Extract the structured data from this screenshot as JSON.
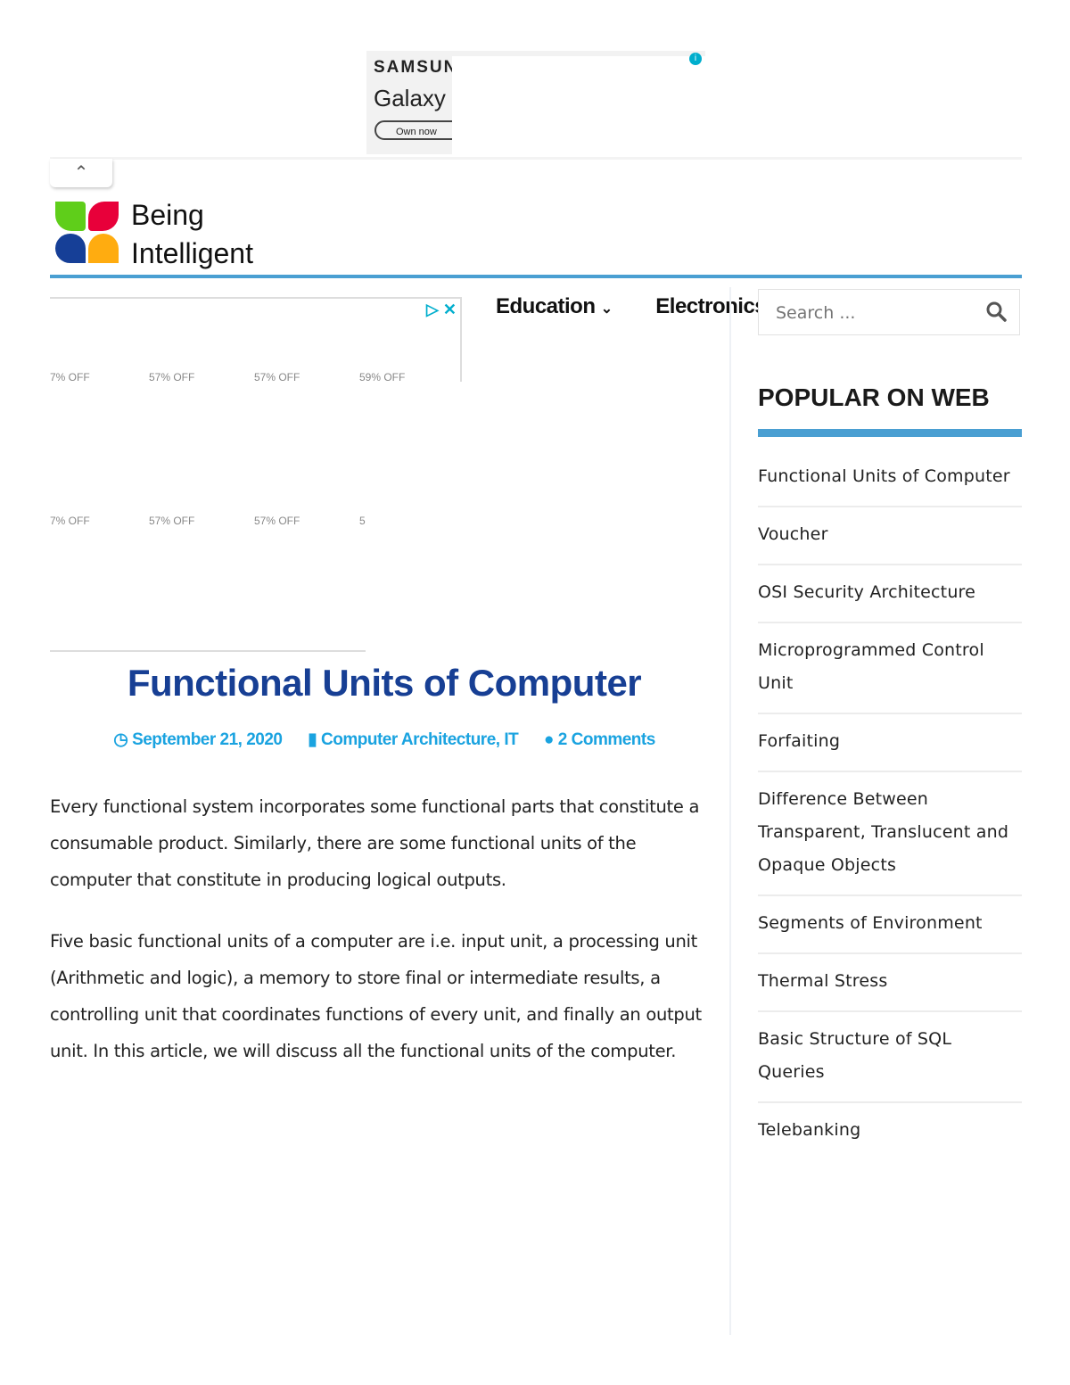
{
  "ad_top": {
    "brand": "SAMSUNG",
    "product": "Galaxy",
    "button": "Own now",
    "adchoices_icon": "adchoices-icon"
  },
  "ad_mid": {
    "discounts_row1": [
      "7% OFF",
      "57% OFF",
      "57% OFF",
      "59% OFF"
    ],
    "discounts_row2": [
      "7% OFF",
      "57% OFF",
      "57% OFF",
      "5"
    ],
    "icons": [
      "adchoices-icon",
      "close-icon"
    ]
  },
  "site": {
    "logo_line1": "Being",
    "logo_line2": "Intelligent",
    "logo_colors": [
      "#5fce1a",
      "#e8003a",
      "#163f97",
      "#ffac10"
    ]
  },
  "nav": {
    "items": [
      {
        "label": "Education",
        "has_dropdown": true
      },
      {
        "label": "Electronics"
      }
    ]
  },
  "search": {
    "placeholder": "Search ..."
  },
  "sidebar": {
    "title": "POPULAR ON WEB",
    "items": [
      "Functional Units of Computer",
      "Voucher",
      "OSI Security Architecture",
      "Microprogrammed Control Unit",
      "Forfaiting",
      "Difference Between Transparent, Translucent and Opaque Objects",
      "Segments of Environment",
      "Thermal Stress",
      "Basic Structure of SQL Queries",
      "Telebanking"
    ]
  },
  "article": {
    "title": "Functional Units of Computer",
    "date": "September 21, 2020",
    "categories": "Computer Architecture, IT",
    "comments": "2 Comments",
    "paragraphs": [
      "Every functional system incorporates some functional parts that constitute a consumable product. Similarly, there are some functional units of the computer that constitute in producing logical outputs.",
      "Five basic functional units of a computer are i.e. input unit, a processing unit (Arithmetic and logic), a memory to store final or intermediate results, a controlling unit that coordinates functions of every unit, and finally an output unit. In this article, we will discuss all the functional units of the computer."
    ]
  },
  "colors": {
    "accent": "#4a9fd2",
    "title": "#173f94",
    "meta": "#1aa3e0"
  }
}
